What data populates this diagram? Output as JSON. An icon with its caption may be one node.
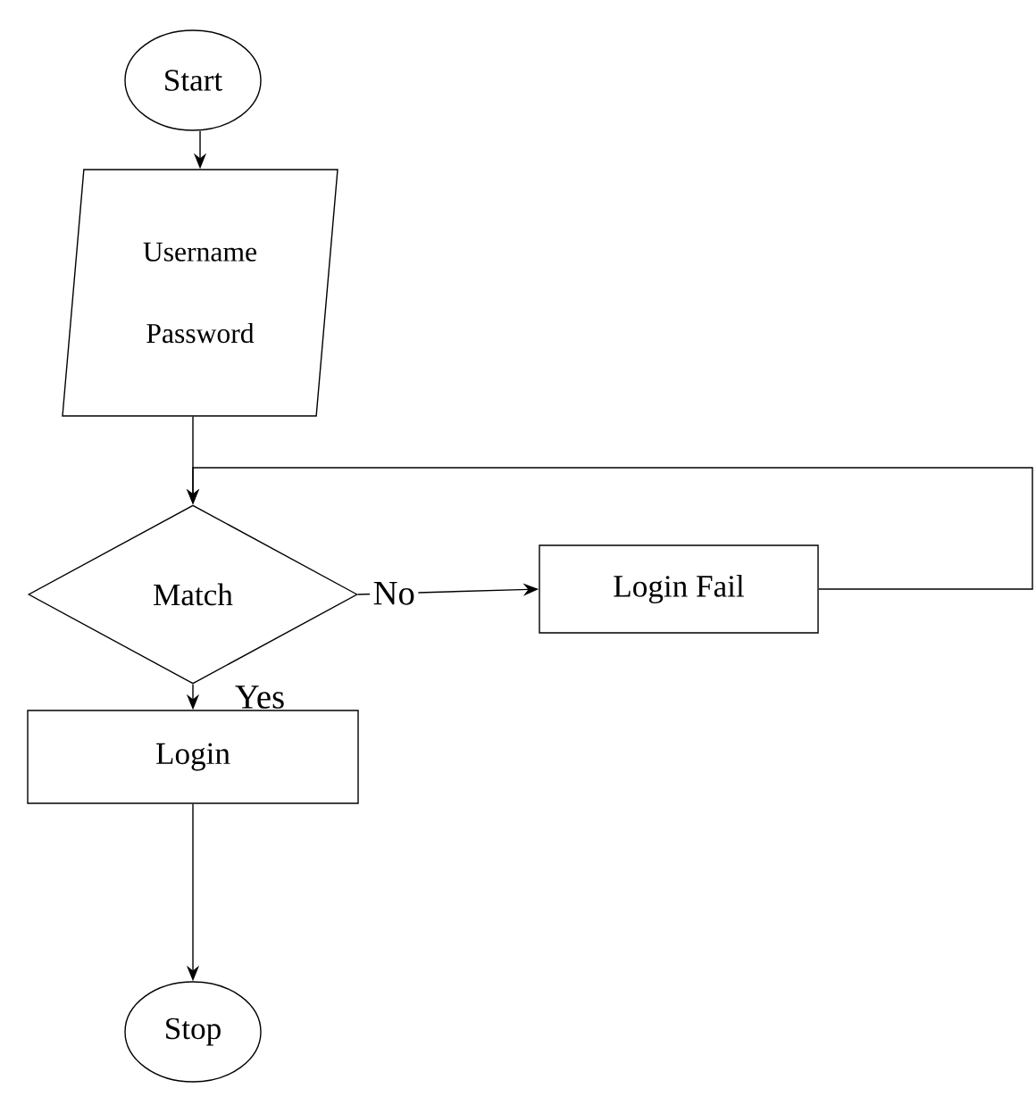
{
  "diagram": {
    "nodes": [
      {
        "text": [
          "Start"
        ]
      },
      {
        "text": [
          "Username Password"
        ]
      },
      {
        "text": [
          "Match"
        ]
      },
      {
        "text": [
          "Login Fail"
        ]
      },
      {
        "text": [
          "Login"
        ]
      },
      {
        "text": [
          "Stop"
        ]
      }
    ],
    "edges": [
      {
        "from": 0,
        "to": 1,
        "arrow": "to"
      },
      {
        "from": 1,
        "to": 2,
        "arrow": "to"
      },
      {
        "from": 2,
        "to": 3,
        "arrow": "to",
        "label": "No"
      },
      {
        "from": 3,
        "to": 2,
        "arrow": "to"
      },
      {
        "from": 2,
        "to": 4,
        "arrow": "to",
        "label": "Yes"
      },
      {
        "from": 4,
        "to": 5,
        "arrow": "to"
      }
    ]
  }
}
